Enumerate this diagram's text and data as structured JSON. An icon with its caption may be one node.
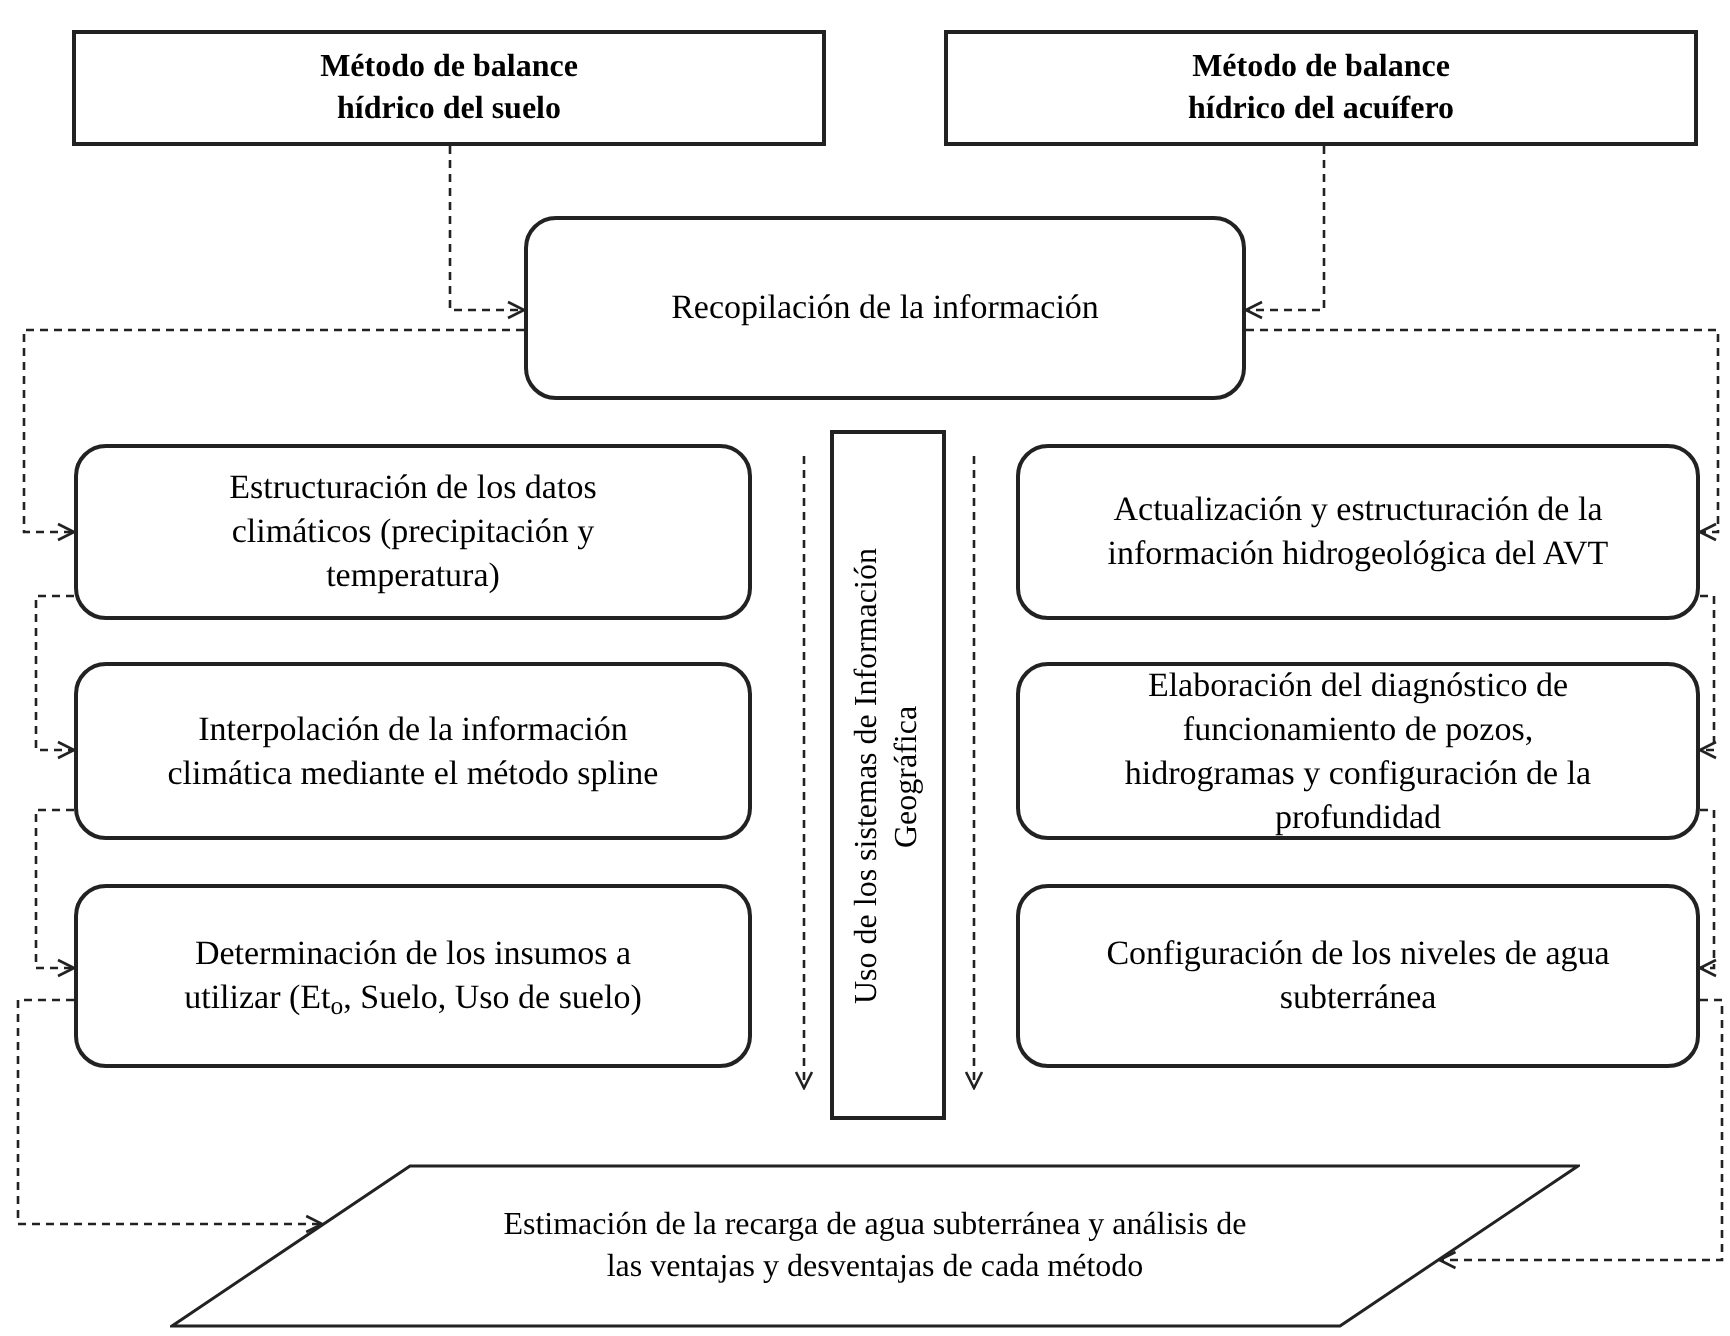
{
  "diagram": {
    "nodes": [
      {
        "text": [
          "Método de balance hídrico del suelo"
        ]
      },
      {
        "text": [
          "Método de balance hídrico del acuífero"
        ]
      },
      {
        "text": [
          "Recopilación de la información"
        ]
      },
      {
        "text": [
          "Estructuración de los datos climáticos (precipitación y temperatura)"
        ]
      },
      {
        "text": [
          "Interpolación de la información climática mediante el método spline"
        ]
      },
      {
        "text": [
          "Determinación de los insumos a utilizar (Et$_{o}$, Suelo, Uso de suelo)"
        ]
      },
      {
        "text": [
          "Actualización y estructuración de la información hidrogeológica del AVT"
        ]
      },
      {
        "text": [
          "Elaboración del diagnóstico de funcionamiento de pozos, hidrogramas y configuración de la profundidad"
        ]
      },
      {
        "text": [
          "Configuración de los niveles de agua subterránea"
        ]
      },
      {
        "text": [
          "Uso de los sistemas de Información Geográfica"
        ]
      },
      {
        "text": [
          "Estimación de la recarga de agua subterránea y análisis de las ventajas y desventajas de cada método"
        ]
      }
    ],
    "edges": [
      {
        "from": 0,
        "to": 2,
        "arrow": "to"
      },
      {
        "from": 1,
        "to": 2,
        "arrow": "to"
      },
      {
        "from": 2,
        "to": 3,
        "arrow": "to"
      },
      {
        "from": 3,
        "to": 4,
        "arrow": "to"
      },
      {
        "from": 4,
        "to": 5,
        "arrow": "to"
      },
      {
        "from": 5,
        "to": 10,
        "arrow": "to"
      },
      {
        "from": 2,
        "to": 6,
        "arrow": "to"
      },
      {
        "from": 6,
        "to": 7,
        "arrow": "to"
      },
      {
        "from": 7,
        "to": 8,
        "arrow": "to"
      },
      {
        "from": 8,
        "to": 10,
        "arrow": "to"
      }
    ]
  }
}
